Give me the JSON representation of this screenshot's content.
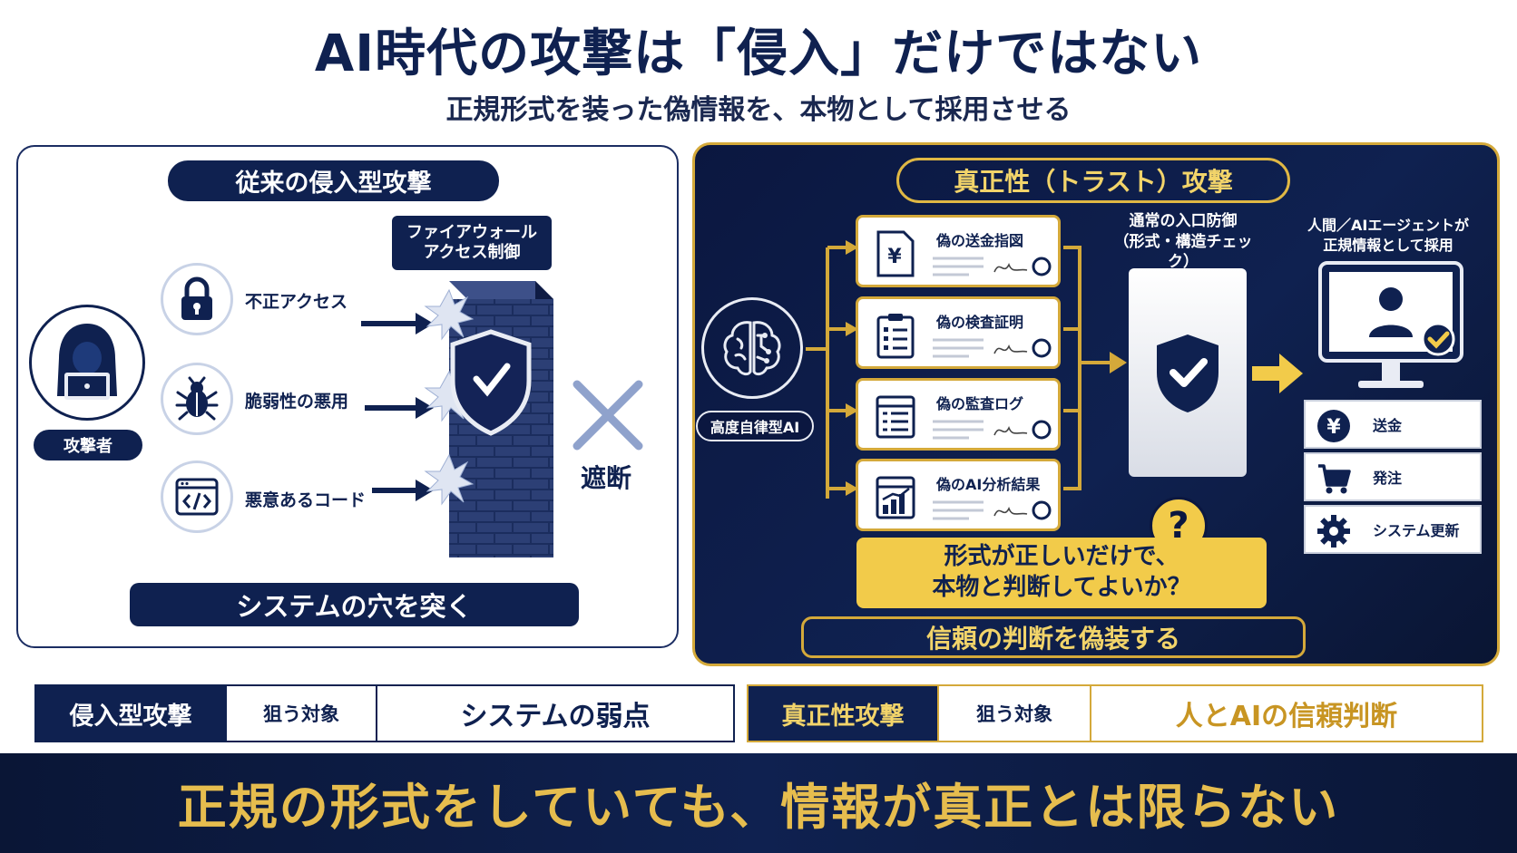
{
  "header": {
    "title": "AI時代の攻撃は「侵入」だけではない",
    "subtitle": "正規形式を装った偽情報を、本物として採用させる"
  },
  "left_panel": {
    "title": "従来の侵入型攻撃",
    "attacker_label": "攻撃者",
    "attacks": [
      {
        "label": "不正アクセス",
        "icon": "lock-icon"
      },
      {
        "label": "脆弱性の悪用",
        "icon": "bug-icon"
      },
      {
        "label": "悪意あるコード",
        "icon": "code-icon"
      }
    ],
    "firewall_label_line1": "ファイアウォール",
    "firewall_label_line2": "アクセス制御",
    "blocked_label": "遮断",
    "bottom_label": "システムの穴を突く"
  },
  "right_panel": {
    "title": "真正性（トラスト）攻撃",
    "ai_label": "高度自律型AI",
    "documents": [
      {
        "title": "偽の送金指図",
        "icon": "yen-document-icon"
      },
      {
        "title": "偽の検査証明",
        "icon": "checklist-icon"
      },
      {
        "title": "偽の監査ログ",
        "icon": "log-icon"
      },
      {
        "title": "偽のAI分析結果",
        "icon": "chart-icon"
      }
    ],
    "gate_label_line1": "通常の入口防御",
    "gate_label_line2": "（形式・構造チェック）",
    "question_mark": "?",
    "question_line1": "形式が正しいだけで、",
    "question_line2": "本物と判断してよいか？",
    "adopt_label_line1": "人間／AIエージェントが",
    "adopt_label_line2": "正規情報として採用",
    "actions": [
      {
        "label": "送金",
        "icon": "yen-icon"
      },
      {
        "label": "発注",
        "icon": "cart-icon"
      },
      {
        "label": "システム更新",
        "icon": "gear-icon"
      }
    ],
    "bottom_label": "信頼の判断を偽装する"
  },
  "comparison": {
    "left": {
      "name": "侵入型攻撃",
      "tag": "狙う対象",
      "value": "システムの弱点"
    },
    "right": {
      "name": "真正性攻撃",
      "tag": "狙う対象",
      "value": "人とAIの信頼判断"
    }
  },
  "footer": {
    "text": "正規の形式をしていても、情報が真正とは限らない"
  },
  "colors": {
    "navy": "#0f2150",
    "gold": "#d4a93a",
    "gold_light": "#f2cb4a"
  }
}
